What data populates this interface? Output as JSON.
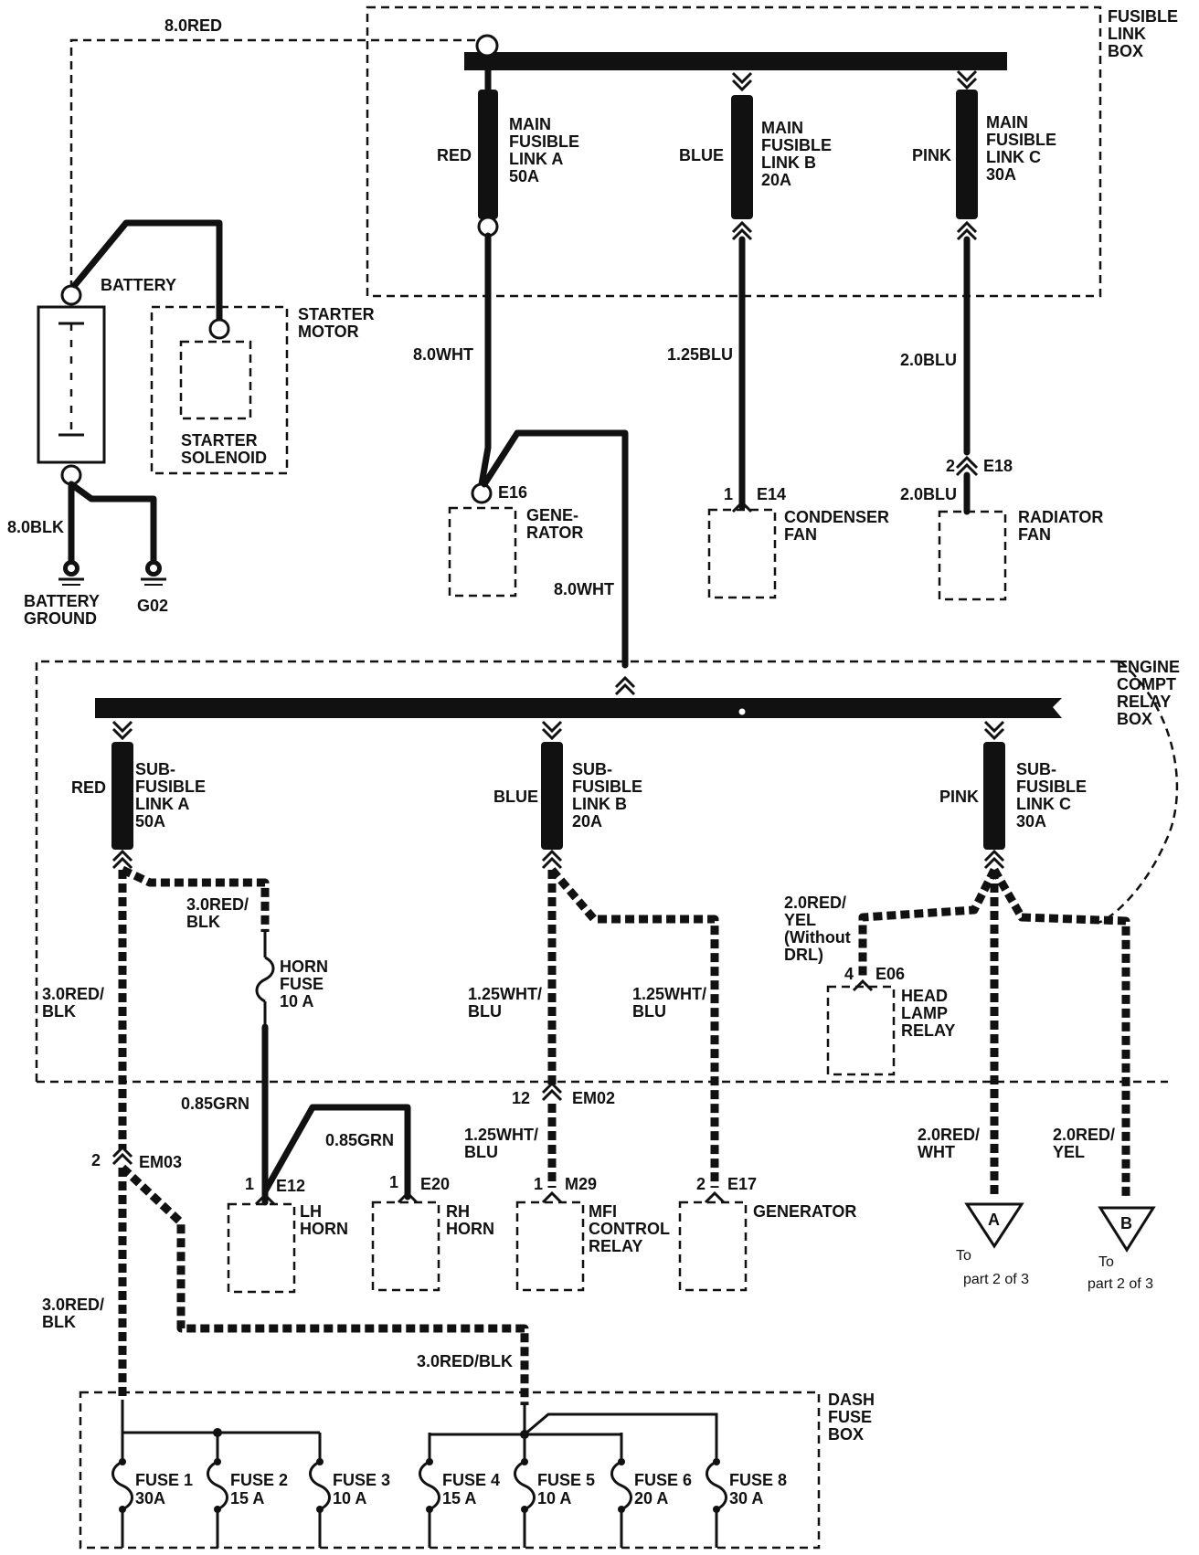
{
  "fusible_link_box": {
    "label": "FUSIBLE\nLINK\nBOX"
  },
  "main_links": [
    {
      "color": "RED",
      "label": "MAIN\nFUSIBLE\nLINK A\n50A"
    },
    {
      "color": "BLUE",
      "label": "MAIN\nFUSIBLE\nLINK B\n20A"
    },
    {
      "color": "PINK",
      "label": "MAIN\nFUSIBLE\nLINK C\n30A"
    }
  ],
  "wires": {
    "battery_main": "8.0RED",
    "to_generator": "8.0WHT",
    "condenser": "1.25BLU",
    "radiator_upper": "2.0BLU",
    "radiator_lower": "2.0BLU",
    "battery_ground": "8.0BLK",
    "generator_to_relay": "8.0WHT",
    "sub_a_left": "3.0RED/\nBLK",
    "horn_fuse_in": "3.0RED/\nBLK",
    "horn_out": "0.85GRN",
    "rh_horn": "0.85GRN",
    "sub_b_left": "1.25WHT/\nBLU",
    "sub_b_right": "1.25WHT/\nBLU",
    "mfi": "1.25WHT/\nBLU",
    "headlamp": "2.0RED/\nYEL\n(Without\nDRL)",
    "out_a": "2.0RED/\nWHT",
    "out_b": "2.0RED/\nYEL",
    "dash_left": "3.0RED/\nBLK",
    "dash_mid": "3.0RED/BLK"
  },
  "components": {
    "battery": "BATTERY",
    "starter_motor": "STARTER\nMOTOR",
    "starter_solenoid": "STARTER\nSOLENOID",
    "battery_ground": "BATTERY\nGROUND",
    "g02": "G02",
    "generator_top": "GENE-\nRATOR",
    "condenser_fan": "CONDENSER\nFAN",
    "radiator_fan": "RADIATOR\nFAN",
    "horn_fuse": "HORN\nFUSE\n10 A",
    "head_lamp_relay": "HEAD\nLAMP\nRELAY",
    "lh_horn": "LH\nHORN",
    "rh_horn": "RH\nHORN",
    "mfi_relay": "MFI\nCONTROL\nRELAY",
    "generator_bottom": "GENERATOR"
  },
  "connectors": {
    "e16": "E16",
    "e14": "E14",
    "e14_pin": "1",
    "e18": "E18",
    "e18_pin": "2",
    "e06": "E06",
    "e06_pin": "4",
    "em02": "EM02",
    "em02_pin": "12",
    "em03": "EM03",
    "em03_pin": "2",
    "e12": "E12",
    "e12_pin": "1",
    "e20": "E20",
    "e20_pin": "1",
    "m29": "M29",
    "m29_pin": "1",
    "e17": "E17",
    "e17_pin": "2"
  },
  "relay_box": {
    "label": "ENGINE\nCOMPT\nRELAY\nBOX"
  },
  "sub_links": [
    {
      "color": "RED",
      "label": "SUB-\nFUSIBLE\nLINK A\n50A"
    },
    {
      "color": "BLUE",
      "label": "SUB-\nFUSIBLE\nLINK B\n20A"
    },
    {
      "color": "PINK",
      "label": "SUB-\nFUSIBLE\nLINK C\n30A"
    }
  ],
  "outputs": [
    {
      "letter": "A",
      "to": "To",
      "dest": "part 2 of 3"
    },
    {
      "letter": "B",
      "to": "To",
      "dest": "part 2 of 3"
    }
  ],
  "dash_fuse_box": {
    "label": "DASH\nFUSE\nBOX",
    "fuses": [
      {
        "name": "FUSE 1",
        "rating": "30A"
      },
      {
        "name": "FUSE 2",
        "rating": "15 A"
      },
      {
        "name": "FUSE 3",
        "rating": "10 A"
      },
      {
        "name": "FUSE 4",
        "rating": "15 A"
      },
      {
        "name": "FUSE 5",
        "rating": "10 A"
      },
      {
        "name": "FUSE 6",
        "rating": "20 A"
      },
      {
        "name": "FUSE 8",
        "rating": "30 A"
      }
    ]
  }
}
